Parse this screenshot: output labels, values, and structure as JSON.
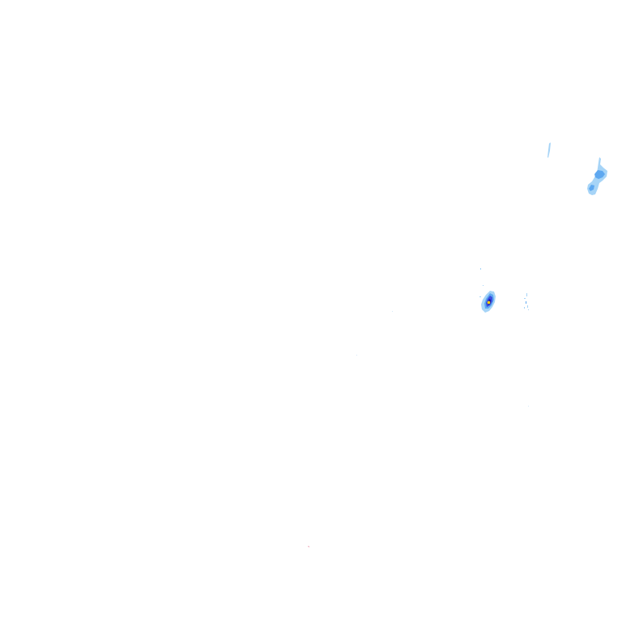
{
  "radar_overlay": {
    "background": "#ffffff",
    "palette": {
      "light_rain": "#a6d4f7",
      "moderate_rain": "#5ea8f0",
      "heavy_rain": "#3a4fe0",
      "intense_core": "#1a1aa8",
      "peak_core": "#ffd400",
      "noise": "#f4c2cf"
    },
    "echo_groups": [
      {
        "id": "echo-northeast-streak",
        "intensity": "light_rain"
      },
      {
        "id": "echo-east-cluster",
        "intensity": "moderate_rain"
      },
      {
        "id": "echo-central-cell",
        "intensity": "peak_core"
      },
      {
        "id": "echo-east-scatter",
        "intensity": "light_rain"
      },
      {
        "id": "echo-isolated-pixels",
        "intensity": "light_rain"
      },
      {
        "id": "echo-noise-pixel",
        "intensity": "noise"
      }
    ]
  }
}
